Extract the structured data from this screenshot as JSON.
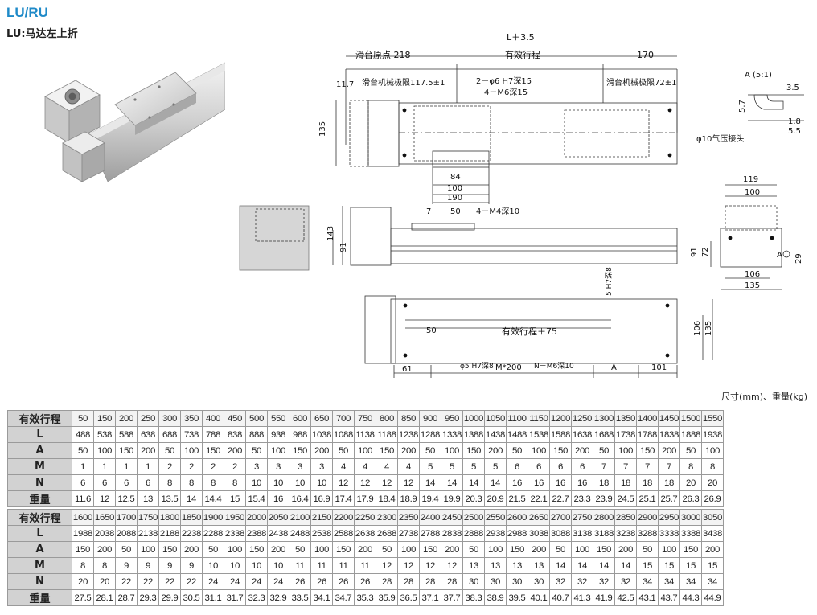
{
  "header": {
    "title": "LU/RU",
    "subtitle": "LU:马达左上折"
  },
  "drawing": {
    "overall": "L＋3.5",
    "origin_len": "滑台原点 218",
    "effective": "有效行程",
    "right_len": "170",
    "dim_11_7": "11.7",
    "mech_limit_left": "滑台机械极限117.5±1",
    "holes_1": "2－φ6 H7深15",
    "holes_2": "4－M6深15",
    "mech_limit_right": "滑台机械极限72±1",
    "height_135": "135",
    "air_joint": "φ10气压接头",
    "detail_title": "A (5:1)",
    "d_3_5": "3.5",
    "d_5_7": "5.7",
    "d_1_8": "1.8",
    "d_5_5": "5.5",
    "d_84": "84",
    "d_100": "100",
    "d_190": "190",
    "d_7": "7",
    "d_50": "50",
    "holes_m4": "4－M4深10",
    "d_143": "143",
    "d_91": "91",
    "d_119": "119",
    "d_100r": "100",
    "d_91r": "91",
    "d_72": "72",
    "label_a": "A",
    "d_29": "29",
    "d_106": "106",
    "d_135b": "135",
    "d_5h7": "5 H7深8",
    "d_50b": "50",
    "eff_plus": "有效行程＋75",
    "d_106b": "106",
    "d_135c": "135",
    "d_61": "61",
    "holes_5h7": "φ5 H7深8",
    "m200": "M*200",
    "n_m6": "N－M6深10",
    "label_a2": "A",
    "d_101": "101"
  },
  "unit_note": "尺寸(mm)、重量(kg)",
  "table1": {
    "rows": [
      {
        "label": "有效行程",
        "values": [
          "50",
          "150",
          "200",
          "250",
          "300",
          "350",
          "400",
          "450",
          "500",
          "550",
          "600",
          "650",
          "700",
          "750",
          "800",
          "850",
          "900",
          "950",
          "1000",
          "1050",
          "1100",
          "1150",
          "1200",
          "1250",
          "1300",
          "1350",
          "1400",
          "1450",
          "1500",
          "1550"
        ]
      },
      {
        "label": "L",
        "values": [
          "488",
          "538",
          "588",
          "638",
          "688",
          "738",
          "788",
          "838",
          "888",
          "938",
          "988",
          "1038",
          "1088",
          "1138",
          "1188",
          "1238",
          "1288",
          "1338",
          "1388",
          "1438",
          "1488",
          "1538",
          "1588",
          "1638",
          "1688",
          "1738",
          "1788",
          "1838",
          "1888",
          "1938"
        ]
      },
      {
        "label": "A",
        "values": [
          "50",
          "100",
          "150",
          "200",
          "50",
          "100",
          "150",
          "200",
          "50",
          "100",
          "150",
          "200",
          "50",
          "100",
          "150",
          "200",
          "50",
          "100",
          "150",
          "200",
          "50",
          "100",
          "150",
          "200",
          "50",
          "100",
          "150",
          "200",
          "50",
          "100"
        ]
      },
      {
        "label": "M",
        "values": [
          "1",
          "1",
          "1",
          "1",
          "2",
          "2",
          "2",
          "2",
          "3",
          "3",
          "3",
          "3",
          "4",
          "4",
          "4",
          "4",
          "5",
          "5",
          "5",
          "5",
          "6",
          "6",
          "6",
          "6",
          "7",
          "7",
          "7",
          "7",
          "8",
          "8"
        ]
      },
      {
        "label": "N",
        "values": [
          "6",
          "6",
          "6",
          "6",
          "8",
          "8",
          "8",
          "8",
          "10",
          "10",
          "10",
          "10",
          "12",
          "12",
          "12",
          "12",
          "14",
          "14",
          "14",
          "14",
          "16",
          "16",
          "16",
          "16",
          "18",
          "18",
          "18",
          "18",
          "20",
          "20"
        ]
      },
      {
        "label": "重量",
        "values": [
          "11.6",
          "12",
          "12.5",
          "13",
          "13.5",
          "14",
          "14.4",
          "15",
          "15.4",
          "16",
          "16.4",
          "16.9",
          "17.4",
          "17.9",
          "18.4",
          "18.9",
          "19.4",
          "19.9",
          "20.3",
          "20.9",
          "21.5",
          "22.1",
          "22.7",
          "23.3",
          "23.9",
          "24.5",
          "25.1",
          "25.7",
          "26.3",
          "26.9"
        ]
      }
    ]
  },
  "table2": {
    "rows": [
      {
        "label": "有效行程",
        "values": [
          "1600",
          "1650",
          "1700",
          "1750",
          "1800",
          "1850",
          "1900",
          "1950",
          "2000",
          "2050",
          "2100",
          "2150",
          "2200",
          "2250",
          "2300",
          "2350",
          "2400",
          "2450",
          "2500",
          "2550",
          "2600",
          "2650",
          "2700",
          "2750",
          "2800",
          "2850",
          "2900",
          "2950",
          "3000",
          "3050"
        ]
      },
      {
        "label": "L",
        "values": [
          "1988",
          "2038",
          "2088",
          "2138",
          "2188",
          "2238",
          "2288",
          "2338",
          "2388",
          "2438",
          "2488",
          "2538",
          "2588",
          "2638",
          "2688",
          "2738",
          "2788",
          "2838",
          "2888",
          "2938",
          "2988",
          "3038",
          "3088",
          "3138",
          "3188",
          "3238",
          "3288",
          "3338",
          "3388",
          "3438"
        ]
      },
      {
        "label": "A",
        "values": [
          "150",
          "200",
          "50",
          "100",
          "150",
          "200",
          "50",
          "100",
          "150",
          "200",
          "50",
          "100",
          "150",
          "200",
          "50",
          "100",
          "150",
          "200",
          "50",
          "100",
          "150",
          "200",
          "50",
          "100",
          "150",
          "200",
          "50",
          "100",
          "150",
          "200"
        ]
      },
      {
        "label": "M",
        "values": [
          "8",
          "8",
          "9",
          "9",
          "9",
          "9",
          "10",
          "10",
          "10",
          "10",
          "11",
          "11",
          "11",
          "11",
          "12",
          "12",
          "12",
          "12",
          "13",
          "13",
          "13",
          "13",
          "14",
          "14",
          "14",
          "14",
          "15",
          "15",
          "15",
          "15"
        ]
      },
      {
        "label": "N",
        "values": [
          "20",
          "20",
          "22",
          "22",
          "22",
          "22",
          "24",
          "24",
          "24",
          "24",
          "26",
          "26",
          "26",
          "26",
          "28",
          "28",
          "28",
          "28",
          "30",
          "30",
          "30",
          "30",
          "32",
          "32",
          "32",
          "32",
          "34",
          "34",
          "34",
          "34"
        ]
      },
      {
        "label": "重量",
        "values": [
          "27.5",
          "28.1",
          "28.7",
          "29.3",
          "29.9",
          "30.5",
          "31.1",
          "31.7",
          "32.3",
          "32.9",
          "33.5",
          "34.1",
          "34.7",
          "35.3",
          "35.9",
          "36.5",
          "37.1",
          "37.7",
          "38.3",
          "38.9",
          "39.5",
          "40.1",
          "40.7",
          "41.3",
          "41.9",
          "42.5",
          "43.1",
          "43.7",
          "44.3",
          "44.9"
        ]
      }
    ]
  }
}
